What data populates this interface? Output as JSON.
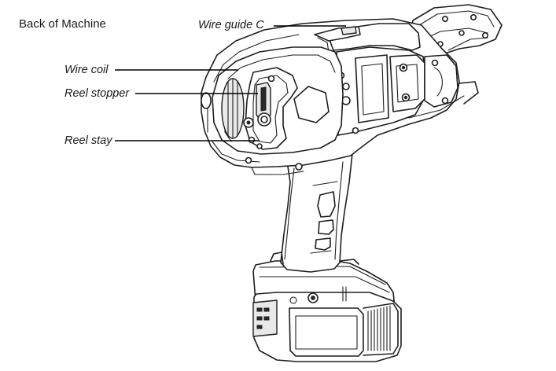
{
  "title": "Back of Machine",
  "labels": {
    "wire_guide": "Wire guide C",
    "wire_coil": "Wire coil",
    "reel_stopper": "Reel stopper",
    "reel_stay": "Reel stay"
  },
  "colors": {
    "line": "#1e1e1e",
    "background": "#ffffff"
  }
}
